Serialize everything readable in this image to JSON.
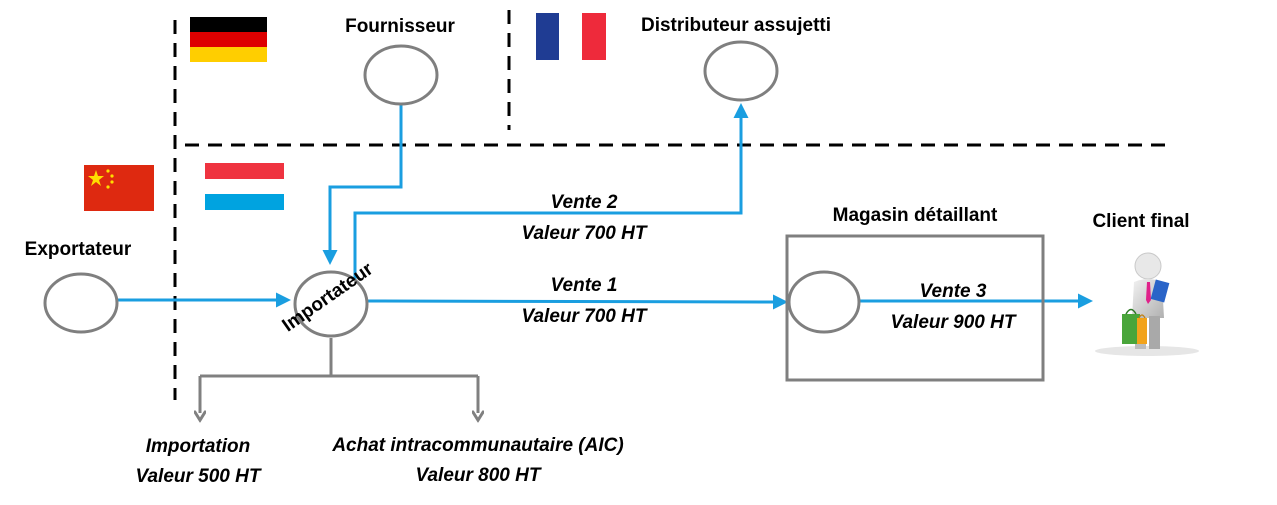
{
  "nodes": {
    "fournisseur": "Fournisseur",
    "distributeur": "Distributeur assujetti",
    "exportateur": "Exportateur",
    "importateur": "Importateur",
    "magasin": "Magasin détaillant",
    "client": "Client final"
  },
  "flows": {
    "vente2": {
      "title": "Vente 2",
      "value": "Valeur 700 HT"
    },
    "vente1": {
      "title": "Vente 1",
      "value": "Valeur 700 HT"
    },
    "vente3": {
      "title": "Vente 3",
      "value": "Valeur 900 HT"
    },
    "importation": {
      "title": "Importation",
      "value": "Valeur 500 HT"
    },
    "aic": {
      "title": "Achat intracommunautaire (AIC)",
      "value": "Valeur 800 HT"
    }
  },
  "flags": [
    "germany-flag",
    "france-flag",
    "china-flag",
    "luxembourg-flag"
  ],
  "colors": {
    "flow": "#1a9ee0",
    "circle": "#7f7f7f",
    "tax_arrow": "#808080",
    "border": "#000000"
  },
  "icons": [
    "shopper-figure-icon"
  ]
}
